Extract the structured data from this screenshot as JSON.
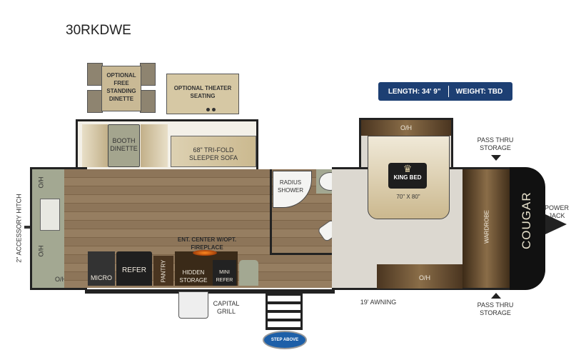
{
  "model": "30RKDWE",
  "specs": {
    "length": "LENGTH: 34' 9\"",
    "weight": "WEIGHT: TBD"
  },
  "options": {
    "dinette": "OPTIONAL FREE STANDING DINETTE",
    "theater": "OPTIONAL THEATER SEATING"
  },
  "rooms": {
    "booth_dinette": "BOOTH DINETTE",
    "sofa": "68\" TRI-FOLD SLEEPER SOFA",
    "shower": "RADIUS SHOWER",
    "oh": "O/H",
    "micro": "MICRO",
    "refer": "REFER",
    "pantry": "PANTRY",
    "hidden_storage": "HIDDEN STORAGE",
    "mini_refer": "MINI REFER",
    "ent_center": "ENT. CENTER w/OPT. FIREPLACE",
    "king_bed": "KING BED",
    "bed_size": "70\" x 80\"",
    "wardrobe": "WARDROBE"
  },
  "exterior": {
    "hitch": "2\" ACCESSORY HITCH",
    "power_jack": "POWER JACK",
    "pass_thru": "PASS THRU STORAGE",
    "awning": "19' AWNING",
    "grill": "CAPITAL GRILL",
    "brand": "COUGAR",
    "step_logo": "STEP ABOVE"
  },
  "colors": {
    "badge": "#1d3f73",
    "wood": "#8d7559",
    "kitchen": "#a3a892",
    "bedroom": "#dcd8d0"
  }
}
